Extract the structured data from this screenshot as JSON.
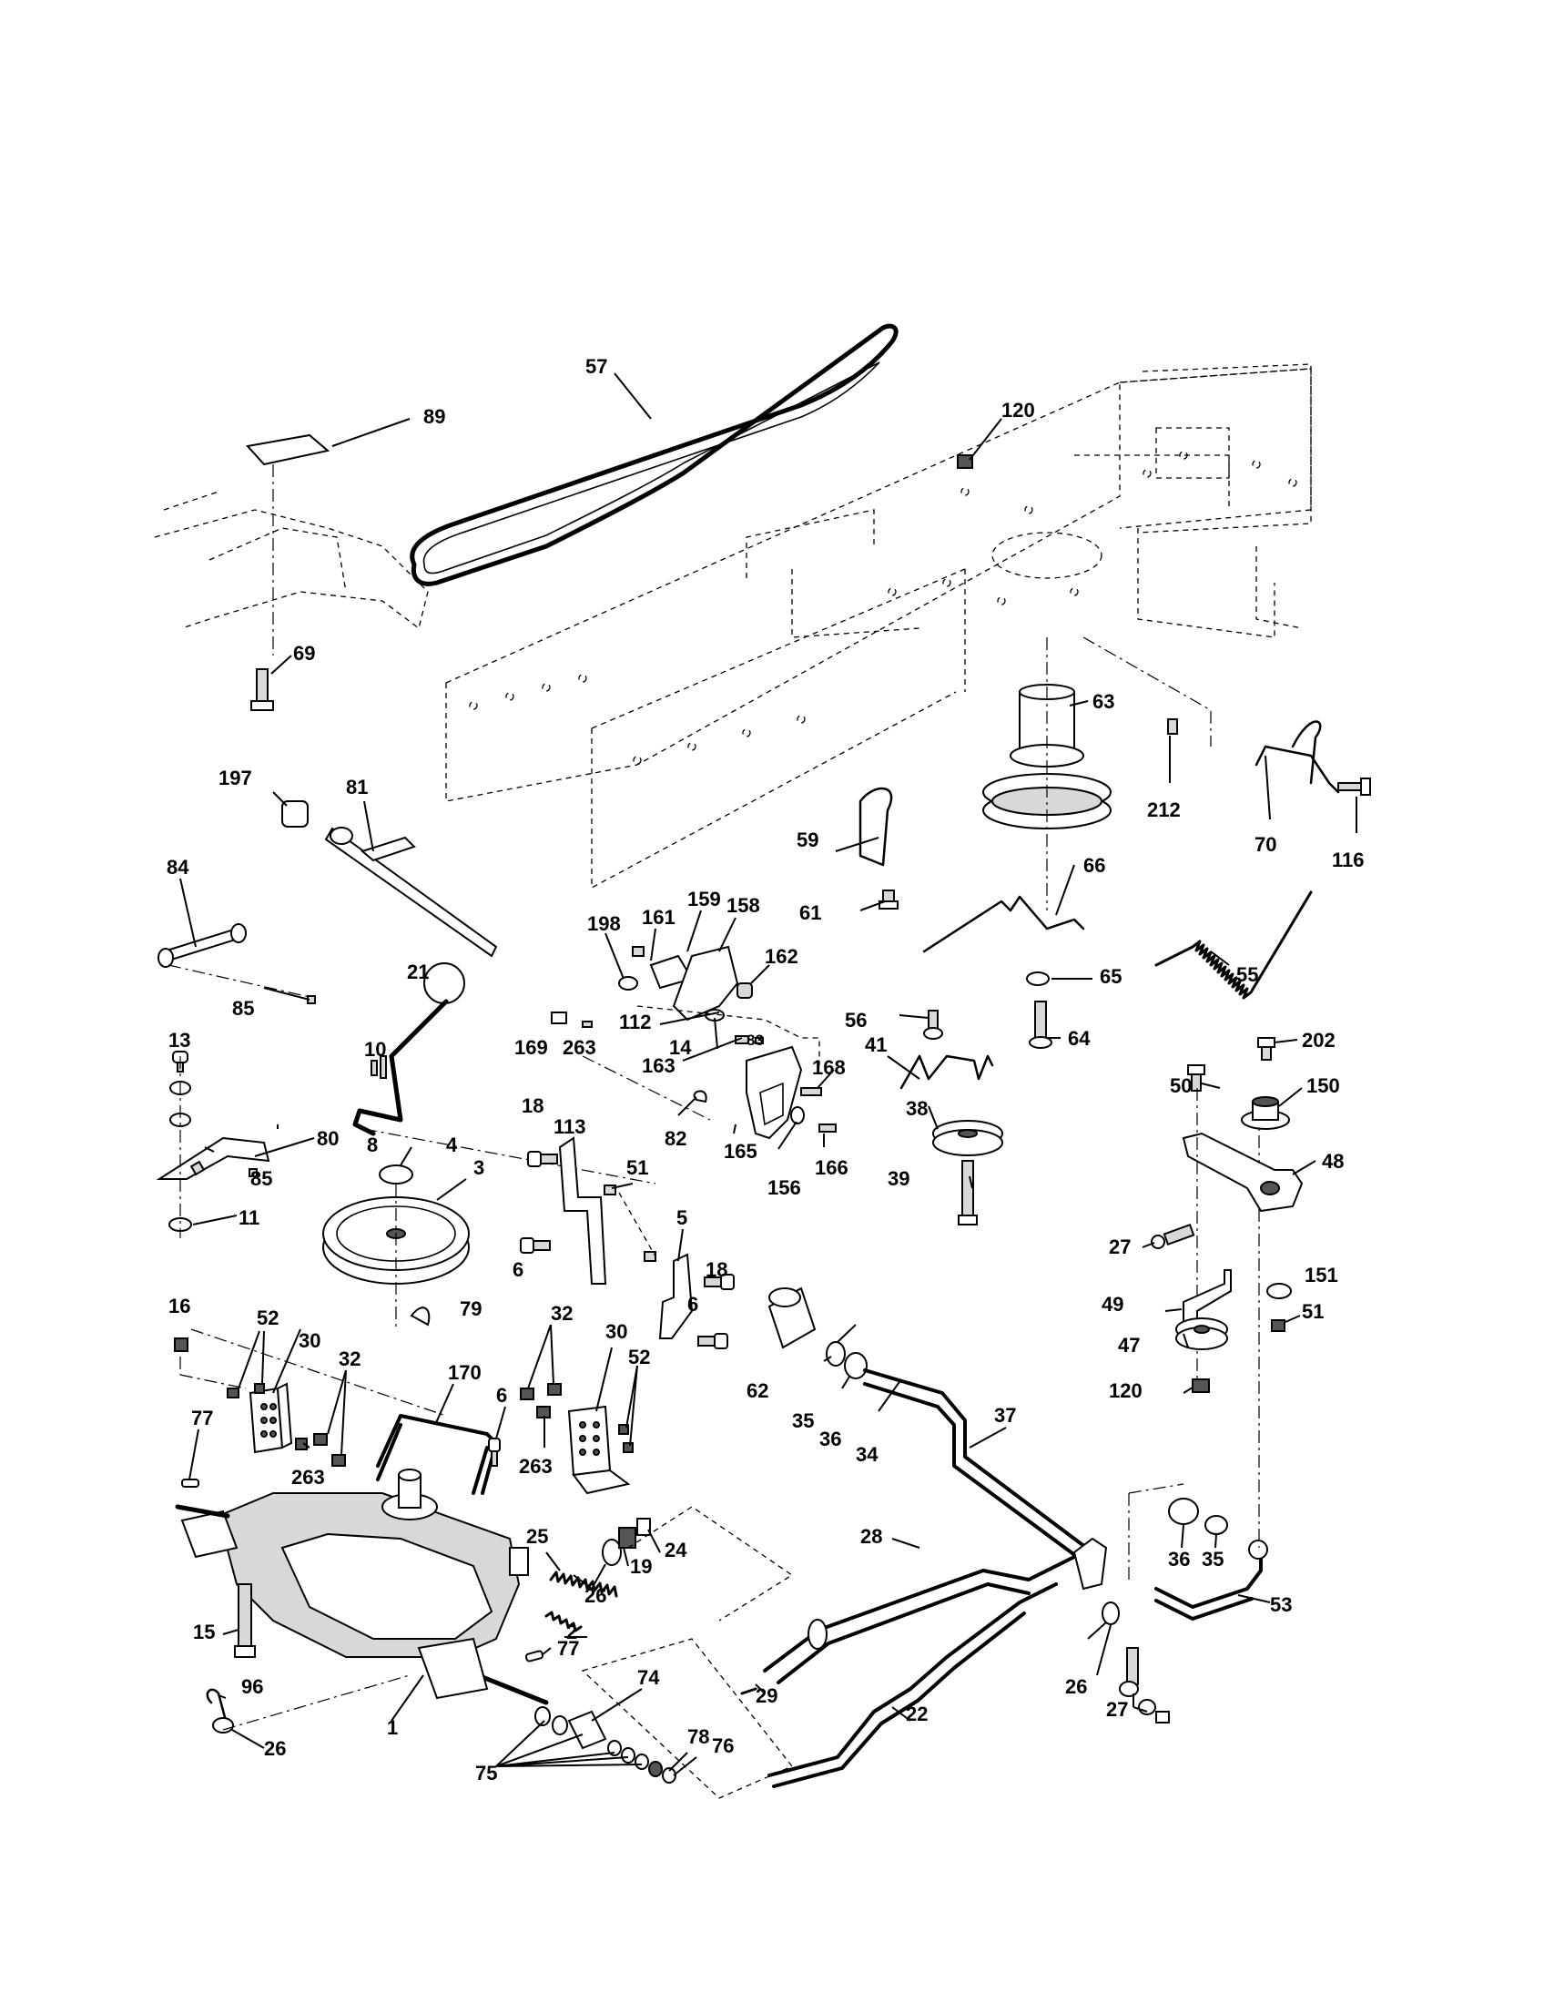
{
  "labels": [
    "57",
    "89",
    "120",
    "69",
    "63",
    "212",
    "70",
    "116",
    "197",
    "81",
    "59",
    "66",
    "84",
    "198",
    "161",
    "159",
    "158",
    "61",
    "162",
    "65",
    "55",
    "85",
    "21",
    "169",
    "263",
    "112",
    "14",
    "56",
    "64",
    "10",
    "163",
    "83",
    "41",
    "168",
    "13",
    "38",
    "82",
    "165",
    "166",
    "202",
    "50",
    "150",
    "156",
    "8",
    "80",
    "18",
    "113",
    "4",
    "39",
    "48",
    "85",
    "3",
    "51",
    "11",
    "5",
    "18",
    "6",
    "27",
    "151",
    "49",
    "51",
    "16",
    "52",
    "30",
    "32",
    "79",
    "62",
    "47",
    "35",
    "36",
    "120",
    "32",
    "30",
    "52",
    "170",
    "6",
    "263",
    "6",
    "37",
    "77",
    "263",
    "34",
    "25",
    "24",
    "19",
    "28",
    "26",
    "36",
    "35",
    "53",
    "15",
    "2",
    "77",
    "29",
    "74",
    "96",
    "78",
    "76",
    "22",
    "26",
    "27",
    "1",
    "26",
    "75"
  ]
}
